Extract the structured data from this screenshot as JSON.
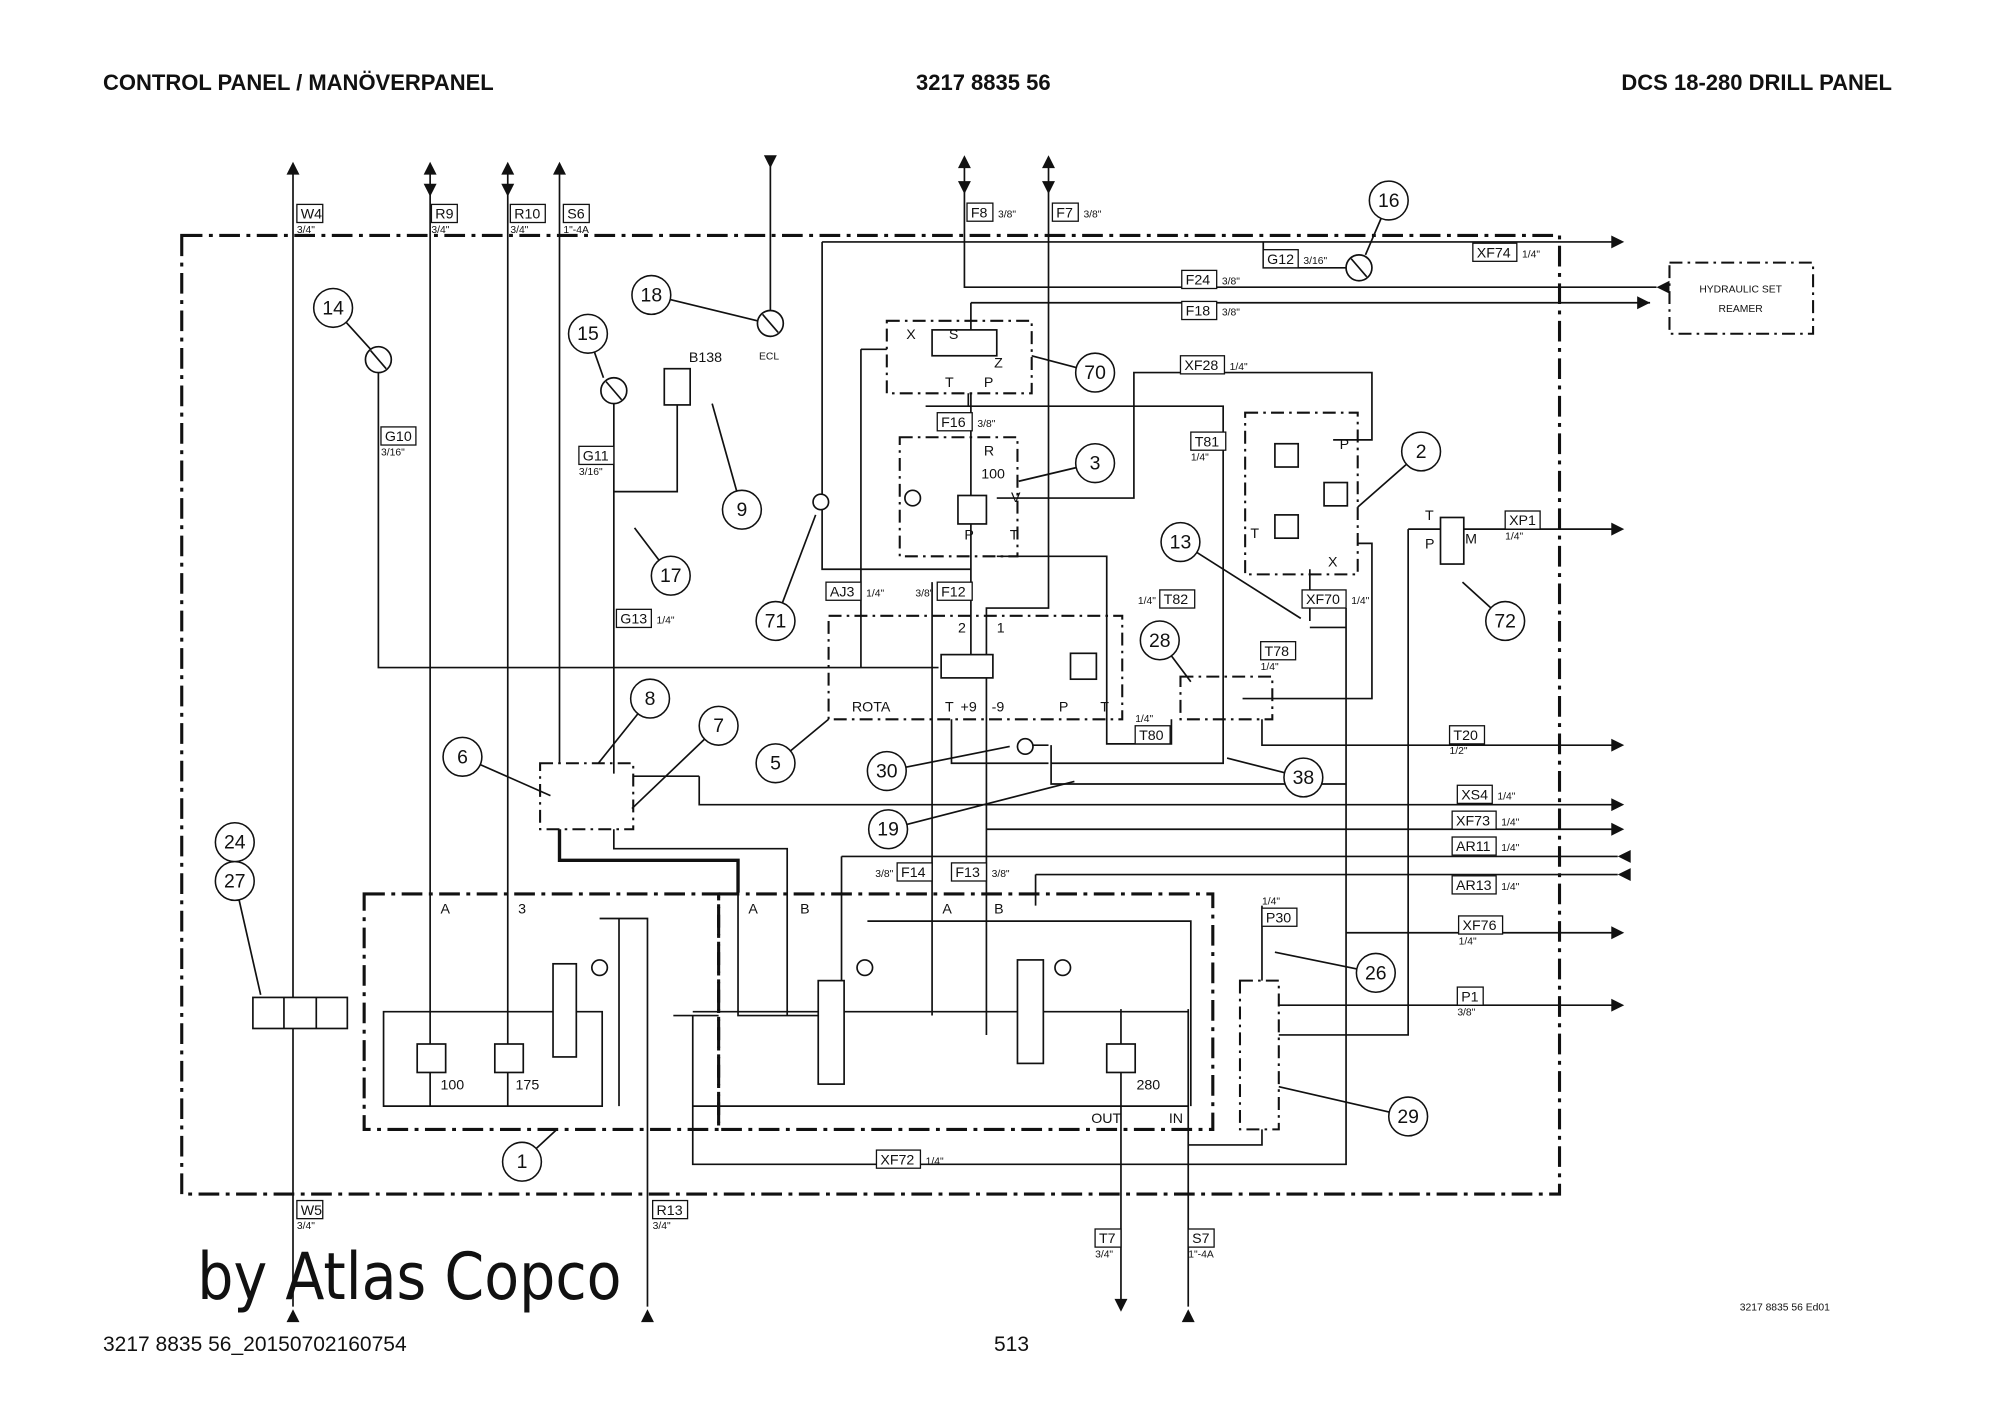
{
  "header": {
    "left": "CONTROL PANEL / MANÖVERPANEL",
    "center": "3217 8835 56",
    "right": "DCS 18-280 DRILL PANEL"
  },
  "footer": {
    "left": "3217 8835 56_20150702160754",
    "page": "513",
    "edition": "3217 8835 56 Ed01"
  },
  "watermark": "by Atlas Copco",
  "ports": [
    {
      "label": "W4",
      "size": "3/4\""
    },
    {
      "label": "R9",
      "size": "3/4\""
    },
    {
      "label": "R10",
      "size": "3/4\""
    },
    {
      "label": "S6",
      "size": "1\"-4A"
    },
    {
      "label": "F8",
      "size": "3/8\""
    },
    {
      "label": "F7",
      "size": "3/8\""
    },
    {
      "label": "G12",
      "size": "3/16\""
    },
    {
      "label": "XF74",
      "size": "1/4\""
    },
    {
      "label": "F24",
      "size": "3/8\""
    },
    {
      "label": "F18",
      "size": "3/8\""
    },
    {
      "label": "XF28",
      "size": "1/4\""
    },
    {
      "label": "T81",
      "size": "1/4\""
    },
    {
      "label": "G10",
      "size": "3/16\""
    },
    {
      "label": "G11",
      "size": "3/16\""
    },
    {
      "label": "G13",
      "size": "1/4\""
    },
    {
      "label": "AJ3",
      "size": "1/4\""
    },
    {
      "label": "F12",
      "size": "3/8\""
    },
    {
      "label": "F16",
      "size": "3/8\""
    },
    {
      "label": "T82",
      "size": "1/4\""
    },
    {
      "label": "XF70",
      "size": "1/4\""
    },
    {
      "label": "T78",
      "size": "1/4\""
    },
    {
      "label": "T80",
      "size": "1/4\""
    },
    {
      "label": "XP1",
      "size": "1/4\""
    },
    {
      "label": "T20",
      "size": "1/2\""
    },
    {
      "label": "XS4",
      "size": "1/4\""
    },
    {
      "label": "XF73",
      "size": "1/4\""
    },
    {
      "label": "AR11",
      "size": "1/4\""
    },
    {
      "label": "AR13",
      "size": "1/4\""
    },
    {
      "label": "XF76",
      "size": "1/4\""
    },
    {
      "label": "P30",
      "size": "1/4\""
    },
    {
      "label": "P1",
      "size": "3/8\""
    },
    {
      "label": "F14",
      "size": "3/8\""
    },
    {
      "label": "F13",
      "size": "3/8\""
    },
    {
      "label": "XF72",
      "size": "1/4\""
    },
    {
      "label": "W5",
      "size": "3/4\""
    },
    {
      "label": "R13",
      "size": "3/4\""
    },
    {
      "label": "T7",
      "size": "3/4\""
    },
    {
      "label": "S7",
      "size": "1\"-4A"
    }
  ],
  "callouts": [
    "14",
    "15",
    "18",
    "9",
    "17",
    "71",
    "70",
    "3",
    "16",
    "2",
    "13",
    "28",
    "72",
    "5",
    "30",
    "38",
    "19",
    "6",
    "8",
    "7",
    "24",
    "27",
    "1",
    "26",
    "29"
  ],
  "external": {
    "reamer_line1": "HYDRAULIC SET",
    "reamer_line2": "REAMER"
  },
  "component_labels": {
    "gauge_ecl": "ECL",
    "sensor": "B138",
    "v70": [
      "X",
      "S",
      "T",
      "P",
      "Z"
    ],
    "v3": [
      "R",
      "100",
      "V",
      "P",
      "T"
    ],
    "v5": [
      "2",
      "1",
      "ROTA",
      "T",
      "+9",
      "-9",
      "P",
      "T"
    ],
    "v2": [
      "P",
      "T",
      "X"
    ],
    "v72": [
      "T",
      "P",
      "M"
    ],
    "block1": [
      "A",
      "3",
      "100",
      "175"
    ],
    "block2": [
      "A",
      "B",
      "A",
      "B",
      "280",
      "OUT",
      "IN"
    ]
  }
}
